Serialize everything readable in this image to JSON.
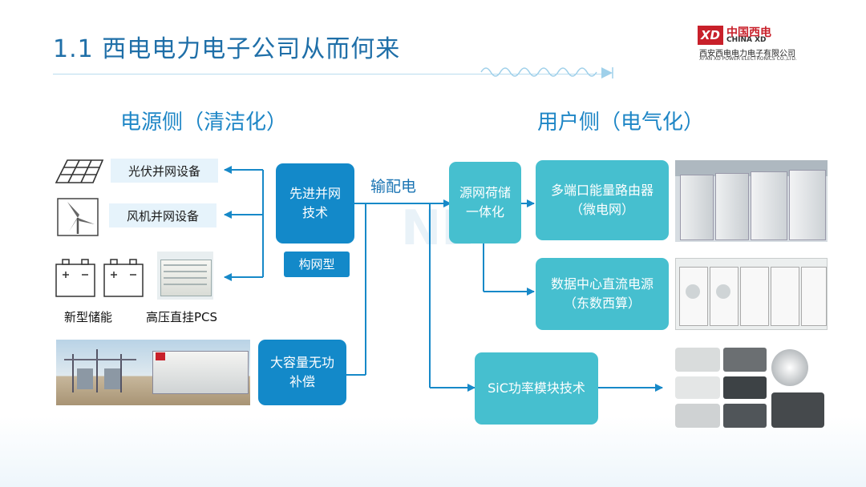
{
  "header": {
    "title": "1.1 西电电力电子公司从而何来",
    "logo": {
      "mark": "XD",
      "name_cn": "中国西电",
      "name_en": "CHINA XD",
      "company": "西安西电电力电子有限公司",
      "company_en": "XI'AN XD POWER ELECTRONICS CO.,LTD."
    }
  },
  "sections": {
    "source_side": "电源侧（清洁化）",
    "user_side": "用户侧（电气化）"
  },
  "left": {
    "pv_label": "光伏并网设备",
    "wind_label": "风机并网设备",
    "storage_label": "新型储能",
    "pcs_label": "高压直挂PCS",
    "advanced_box": "先进并网\n技术",
    "grid_forming": "构网型",
    "var_box": "大容量无功\n补偿"
  },
  "middle": {
    "transmission": "输配电"
  },
  "right": {
    "integration_box": "源网荷储\n一体化",
    "router_box": "多端口能量路由器\n（微电网）",
    "dc_box": "数据中心直流电源\n（东数西算）",
    "sic_box": "SiC功率模块技术"
  },
  "icons": [
    "solar-panel-icon",
    "wind-turbine-icon",
    "battery-icon"
  ],
  "colors": {
    "title": "#1f6fa8",
    "section": "#1e86c6",
    "dark_box": "#1389c9",
    "light_box": "#46bfcf",
    "label_bg": "#e6f3fb",
    "arrow": "#1789c8",
    "logo_red": "#c8202a"
  }
}
